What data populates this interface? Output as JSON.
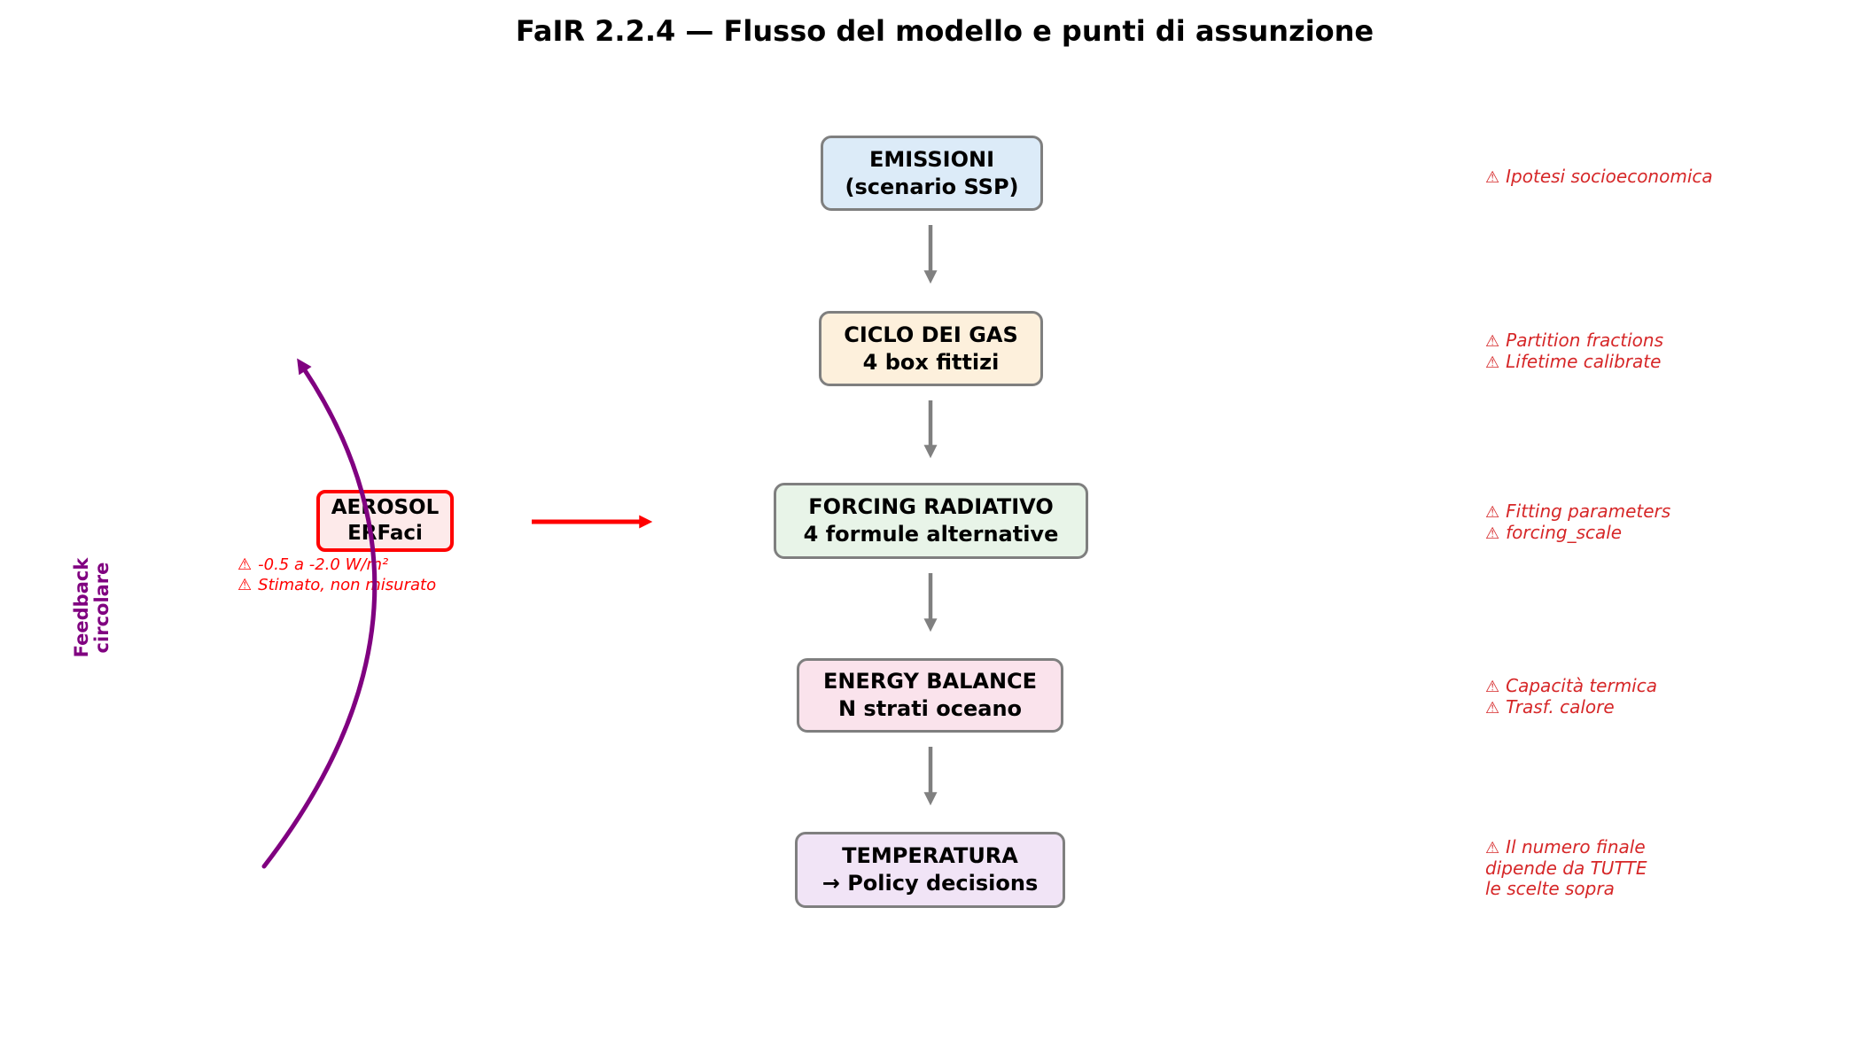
{
  "title": "FaIR 2.2.4 — Flusso del modello e punti di assunzione",
  "icons": {
    "warning": "⚠"
  },
  "colors": {
    "annotation_red": "#d62728",
    "alert_red": "#ff0000",
    "purple": "#800080",
    "arrow_gray": "#808080",
    "box_border": "#7f7f7f"
  },
  "flow": {
    "boxes": [
      {
        "line1": "EMISSIONI",
        "line2": "(scenario SSP)",
        "fill": "#dcebf8"
      },
      {
        "line1": "CICLO DEI GAS",
        "line2": "4 box fittizi",
        "fill": "#fdf0dc"
      },
      {
        "line1": "FORCING RADIATIVO",
        "line2": "4 formule alternative",
        "fill": "#e8f4e8"
      },
      {
        "line1": "ENERGY BALANCE",
        "line2": "N strati oceano",
        "fill": "#fae3ec"
      },
      {
        "line1": "TEMPERATURA",
        "line2": "→ Policy decisions",
        "fill": "#f1e4f6"
      }
    ]
  },
  "aerosol": {
    "line1": "AEROSOL",
    "line2": "ERFaci",
    "fill": "#fdeaea",
    "border": "#ff0000",
    "notes": [
      "-0.5 a -2.0 W/m²",
      "Stimato, non misurato"
    ]
  },
  "annotations": [
    {
      "lines": [
        {
          "text": "Ipotesi socioeconomica"
        }
      ]
    },
    {
      "lines": [
        {
          "text": "Partition fractions"
        },
        {
          "text": "Lifetime calibrate"
        }
      ]
    },
    {
      "lines": [
        {
          "text": "Fitting parameters"
        },
        {
          "text": "forcing_scale"
        }
      ]
    },
    {
      "lines": [
        {
          "text": "Capacità termica"
        },
        {
          "text": "Trasf. calore"
        }
      ]
    },
    {
      "lines": [
        {
          "text": "Il numero finale"
        },
        {
          "text": "dipende da TUTTE"
        },
        {
          "text": "le scelte sopra"
        }
      ]
    }
  ],
  "feedback_label": {
    "line1": "Feedback",
    "line2": "circolare"
  }
}
